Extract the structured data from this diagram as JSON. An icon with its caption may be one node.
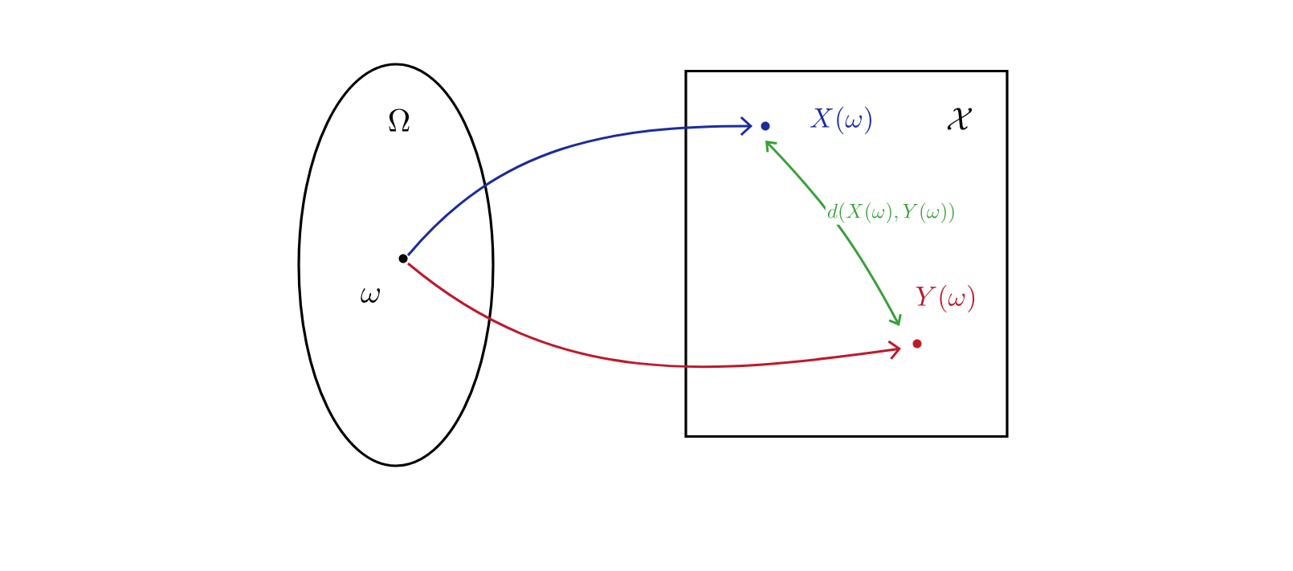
{
  "diagram": {
    "nodes": [
      {
        "text": [
          "\\Omega"
        ]
      },
      {
        "text": [
          "\\mathcal{X}"
        ]
      },
      {
        "text": [
          "\\omega"
        ],
        "in": 0
      },
      {
        "text": [
          "X(\\omega)"
        ],
        "in": 1
      },
      {
        "text": [
          "Y(\\omega)"
        ],
        "in": 1
      }
    ],
    "edges": [
      {
        "from": 2,
        "to": 3,
        "arrow": "to",
        "color": "#1c2c9c"
      },
      {
        "from": 2,
        "to": 4,
        "arrow": "to",
        "color": "#c0182a"
      },
      {
        "from": 3,
        "to": 4,
        "arrow": "both",
        "color": "#3aa03a",
        "label": "d(X(\\omega), Y(\\omega))"
      }
    ]
  }
}
